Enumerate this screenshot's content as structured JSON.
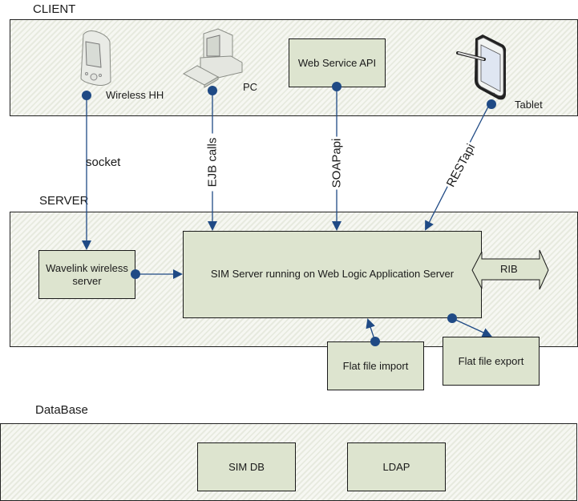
{
  "layers": {
    "client": {
      "title": "CLIENT"
    },
    "server": {
      "title": "SERVER"
    },
    "database": {
      "title": "DataBase"
    }
  },
  "client": {
    "wireless_hh": {
      "label": "Wireless HH",
      "icon": "handheld-device-icon"
    },
    "pc": {
      "label": "PC",
      "icon": "desktop-computer-icon"
    },
    "web_service_api": {
      "label": "Web Service API"
    },
    "tablet": {
      "label": "Tablet",
      "icon": "tablet-stylus-icon"
    }
  },
  "connections": {
    "socket": "socket",
    "ejb": "EJB calls",
    "soap": "SOAPapi",
    "rest": "RESTapi"
  },
  "server": {
    "wavelink": {
      "line1": "Wavelink wireless",
      "line2": "server"
    },
    "sim_server": {
      "label": "SIM Server running on Web Logic Application Server"
    },
    "rib": {
      "label": "RIB"
    },
    "flat_import": {
      "label": "Flat file import"
    },
    "flat_export": {
      "label": "Flat file export"
    }
  },
  "database": {
    "sim_db": {
      "label": "SIM DB"
    },
    "ldap": {
      "label": "LDAP"
    }
  },
  "colors": {
    "connector": "#1f4a85",
    "box_fill": "#dde4cf",
    "layer_fill": "#eef0e8"
  }
}
